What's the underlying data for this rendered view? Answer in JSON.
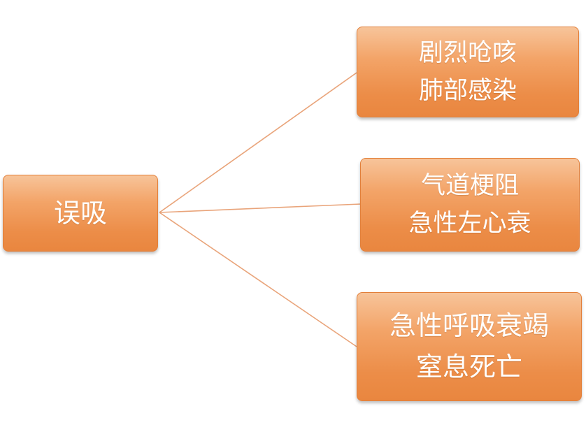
{
  "diagram": {
    "root": {
      "label": "误吸"
    },
    "children": [
      {
        "lines": [
          "剧烈呛咳",
          "肺部感染"
        ]
      },
      {
        "lines": [
          "气道梗阻",
          "急性左心衰"
        ]
      },
      {
        "lines": [
          "急性呼吸衰竭",
          "窒息死亡"
        ]
      }
    ],
    "colors": {
      "node_fill": "#ee9453",
      "node_border": "#e27f39",
      "connector": "#e9a47a",
      "text": "#ffffff"
    }
  }
}
